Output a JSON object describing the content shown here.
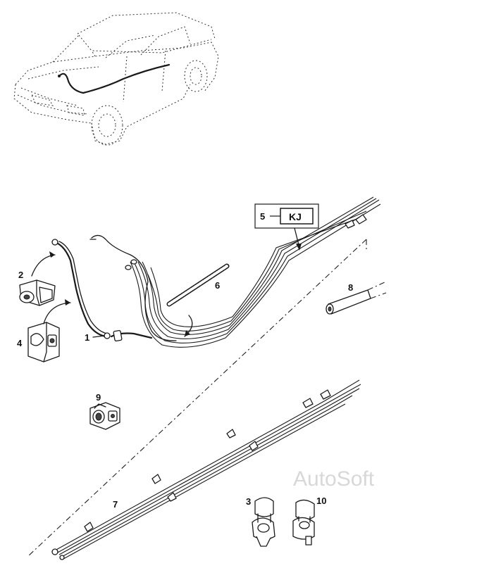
{
  "callouts": {
    "c1": "1",
    "c2": "2",
    "c3": "3",
    "c4": "4",
    "c5": "5",
    "c6": "6",
    "c7": "7",
    "c8": "8",
    "c9": "9",
    "c10": "10"
  },
  "variant_box": {
    "code": "KJ"
  },
  "watermark": "AutoSoft"
}
